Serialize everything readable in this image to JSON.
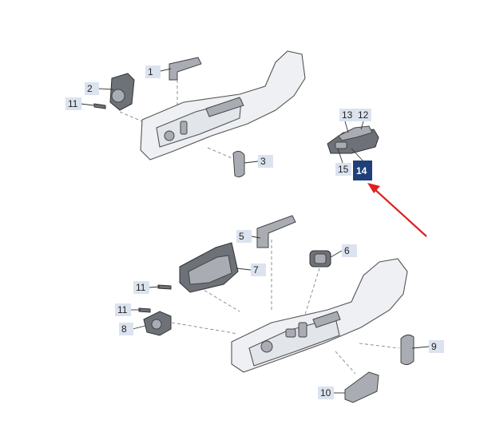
{
  "callouts": [
    {
      "id": "1",
      "label": "1"
    },
    {
      "id": "2",
      "label": "2"
    },
    {
      "id": "3",
      "label": "3"
    },
    {
      "id": "5",
      "label": "5"
    },
    {
      "id": "6",
      "label": "6"
    },
    {
      "id": "7",
      "label": "7"
    },
    {
      "id": "8",
      "label": "8"
    },
    {
      "id": "9",
      "label": "9"
    },
    {
      "id": "10",
      "label": "10"
    },
    {
      "id": "11a",
      "label": "11"
    },
    {
      "id": "11b",
      "label": "11"
    },
    {
      "id": "11c",
      "label": "11"
    },
    {
      "id": "12",
      "label": "12"
    },
    {
      "id": "13",
      "label": "13"
    },
    {
      "id": "14",
      "label": "14",
      "highlighted": true
    },
    {
      "id": "15",
      "label": "15"
    }
  ],
  "colors": {
    "callout_bg": "#dbe3ef",
    "callout_highlight_bg": "#1f3f78",
    "arrow": "#e02020"
  }
}
